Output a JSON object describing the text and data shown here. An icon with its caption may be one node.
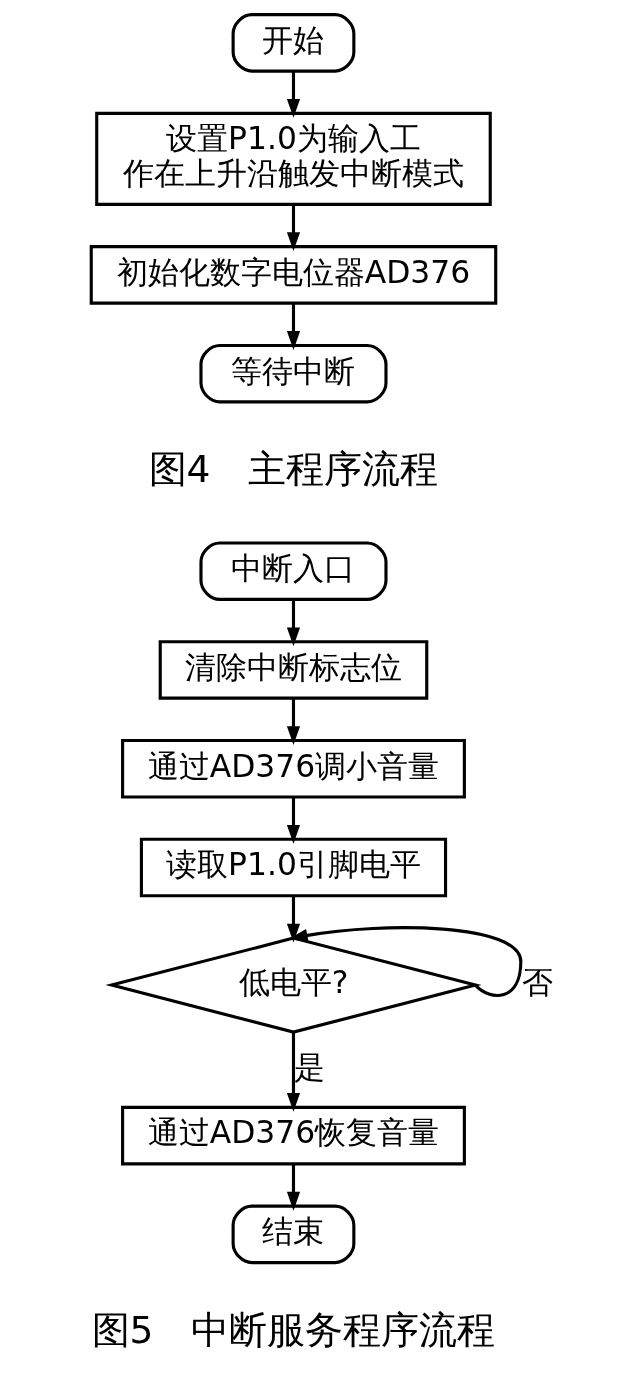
{
  "diagram": {
    "nodes": [
      {
        "text": [
          "开始"
        ]
      },
      {
        "text": [
          "设置P1.0为输入工作在上升沿触发中断模式"
        ]
      },
      {
        "text": [
          "初始化数字电位器AD376"
        ]
      },
      {
        "text": [
          "等待中断"
        ]
      },
      {
        "text": [
          "中断入口"
        ]
      },
      {
        "text": [
          "清除中断标志位"
        ]
      },
      {
        "text": [
          "通过AD376调小音量"
        ]
      },
      {
        "text": [
          "读取P1.0引脚电平"
        ]
      },
      {
        "text": [
          "低电平?"
        ]
      },
      {
        "text": [
          "通过AD376恢复音量"
        ]
      },
      {
        "text": [
          "结束"
        ]
      }
    ],
    "edges": [
      {
        "from": 0,
        "to": 1,
        "arrow": "to"
      },
      {
        "from": 1,
        "to": 2,
        "arrow": "to"
      },
      {
        "from": 2,
        "to": 3,
        "arrow": "to"
      },
      {
        "from": 4,
        "to": 5,
        "arrow": "to"
      },
      {
        "from": 5,
        "to": 6,
        "arrow": "to"
      },
      {
        "from": 6,
        "to": 7,
        "arrow": "to"
      },
      {
        "from": 7,
        "to": 8,
        "arrow": "to"
      },
      {
        "from": 8,
        "to": 8,
        "label": "否",
        "arrow": "to"
      },
      {
        "from": 8,
        "to": 9,
        "label": "是",
        "arrow": "to"
      },
      {
        "from": 9,
        "to": 10,
        "arrow": "to"
      }
    ],
    "labels": [
      "图4　主程序流程",
      "图5　中断服务程序流程"
    ]
  }
}
